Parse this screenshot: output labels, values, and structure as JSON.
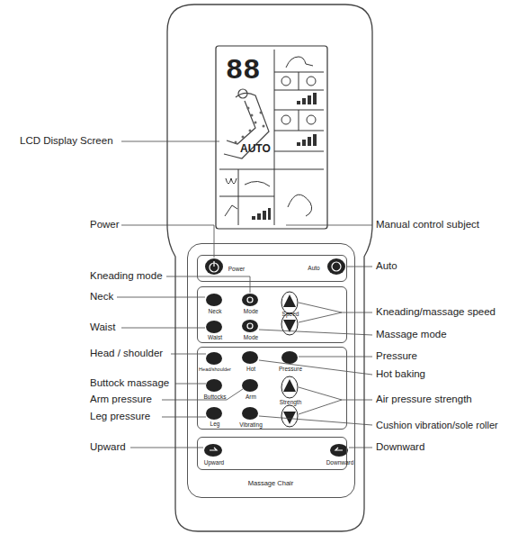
{
  "diagram": {
    "nodes": [
      {
        "text": [
          "88",
          "AUTO"
        ]
      },
      {
        "text": [
          "Massage Chair"
        ]
      },
      {
        "text": [
          "Power",
          "Auto"
        ],
        "in": 1
      },
      {
        "text": [
          "Neck",
          "Mode",
          "Speed",
          "Waist",
          "Mode"
        ],
        "in": 1
      },
      {
        "text": [
          "Head/shoulder",
          "Hot",
          "Pressure",
          "Buttocks",
          "Arm",
          "Strength",
          "Leg",
          "Vibrating"
        ],
        "in": 1
      },
      {
        "text": [
          "Upward",
          "Downward"
        ],
        "in": 1
      }
    ],
    "labels": [
      "LCD Display Screen",
      "Power",
      "Kneading mode",
      "Neck",
      "Waist",
      "Head / shoulder",
      "Buttock massage",
      "Arm pressure",
      "Leg pressure",
      "Upward",
      "Manual control subject",
      "Auto",
      "Kneading/massage speed",
      "Massage mode",
      "Pressure",
      "Hot baking",
      "Air pressure strength",
      "Cushion vibration/sole roller",
      "Downward"
    ]
  }
}
